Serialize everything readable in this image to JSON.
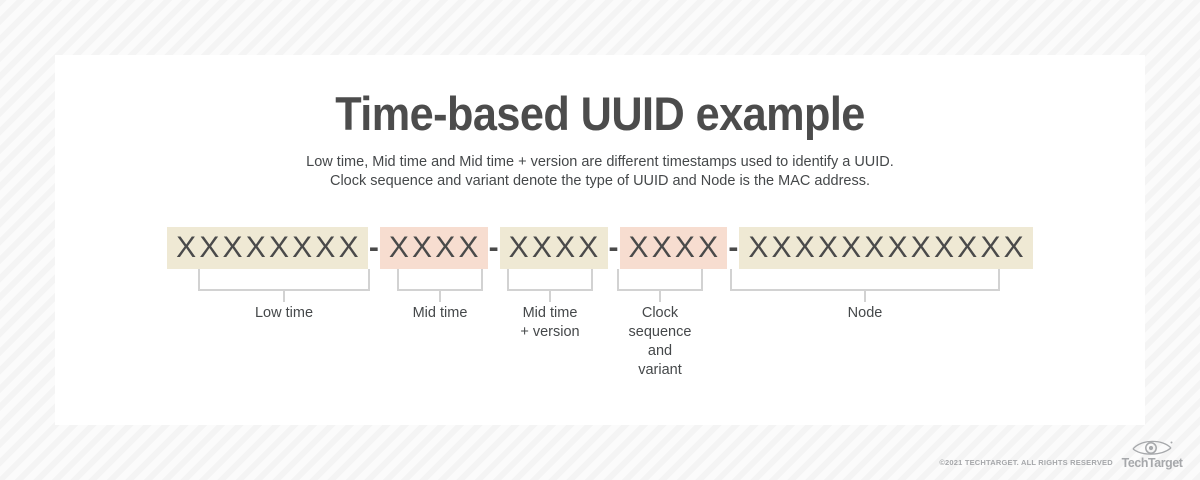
{
  "title": "Time-based UUID example",
  "subtitle": {
    "line1": "Low time, Mid time and Mid time + version are different timestamps used to identify a UUID.",
    "line2": "Clock sequence and variant denote the type of UUID and Node is the MAC address."
  },
  "uuid": {
    "separator": "-",
    "segments": [
      {
        "chars": "XXXXXXXX",
        "count": 8,
        "color": "#efe9d4",
        "style": "cream",
        "label_lines": [
          "Low time"
        ]
      },
      {
        "chars": "XXXX",
        "count": 4,
        "color": "#f7ddd0",
        "style": "pink",
        "label_lines": [
          "Mid time"
        ]
      },
      {
        "chars": "XXXX",
        "count": 4,
        "color": "#efe9d4",
        "style": "cream",
        "label_lines": [
          "Mid time",
          "+ version"
        ]
      },
      {
        "chars": "XXXX",
        "count": 4,
        "color": "#f7ddd0",
        "style": "pink",
        "label_lines": [
          "Clock",
          "sequence",
          "and",
          "variant"
        ]
      },
      {
        "chars": "XXXXXXXXXXXX",
        "count": 12,
        "color": "#efe9d4",
        "style": "cream",
        "label_lines": [
          "Node"
        ]
      }
    ]
  },
  "footer": {
    "copyright": "©2021 TECHTARGET. ALL RIGHTS RESERVED",
    "logo_word": "TechTarget"
  },
  "colors": {
    "cream_highlight": "#efe9d4",
    "pink_highlight": "#f7ddd0",
    "title_text": "#4c4c4c",
    "body_text": "#45484a",
    "bracket": "#d2d2d2",
    "footer_text": "#a6a8ab",
    "card_background": "#ffffff"
  }
}
